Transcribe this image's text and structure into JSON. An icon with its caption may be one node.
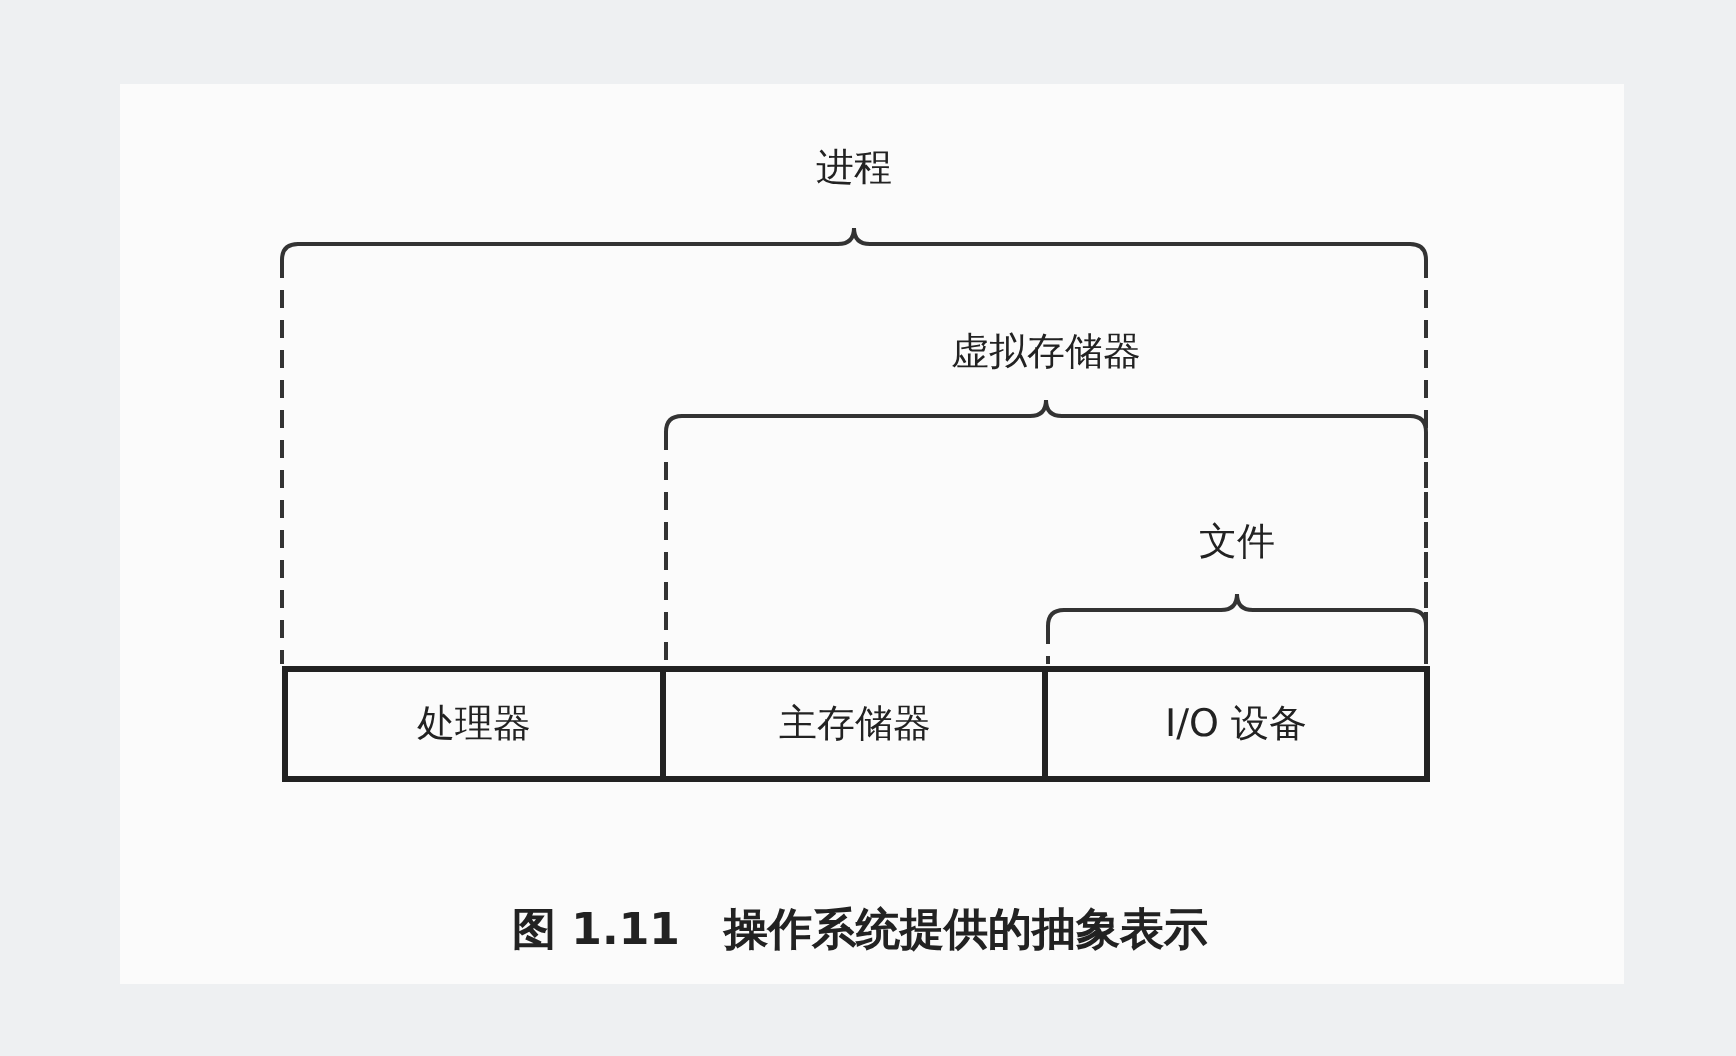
{
  "diagram": {
    "caption": "图 1.11　操作系统提供的抽象表示",
    "nodes": [
      {
        "text": [
          "处理器"
        ]
      },
      {
        "text": [
          "主存储器"
        ]
      },
      {
        "text": [
          "I/O 设备"
        ]
      }
    ],
    "labels": [
      "进程",
      "虚拟存储器",
      "文件"
    ]
  }
}
